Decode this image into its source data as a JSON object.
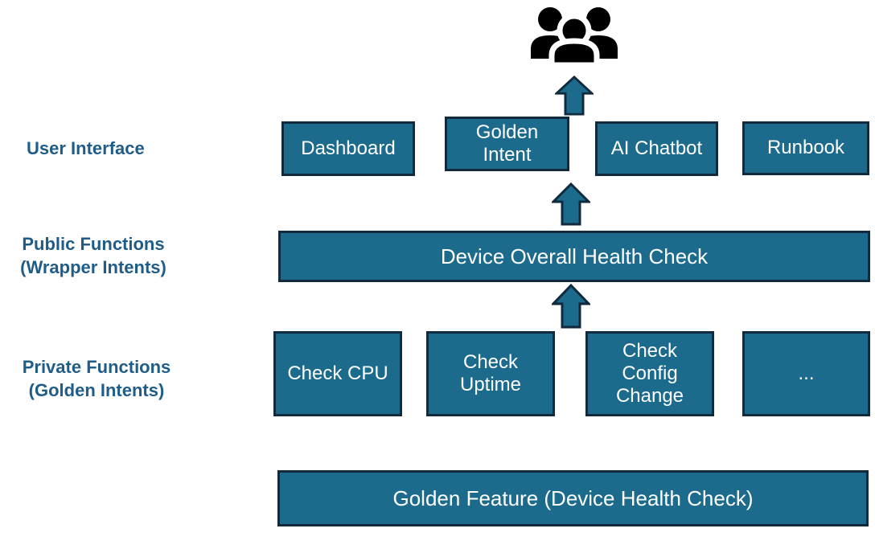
{
  "colors": {
    "box_fill": "#1C6B8D",
    "box_border": "#112A3E",
    "label_text": "#1F5C87",
    "box_text": "#FFFFFF",
    "icon_color": "#000000",
    "bg": "#FFFFFF"
  },
  "icons": {
    "users": "people-group-icon",
    "arrow": "up-arrow-icon"
  },
  "side_labels": {
    "user_interface": "User Interface",
    "public_functions": [
      "Public Functions",
      "(Wrapper Intents)"
    ],
    "private_functions": [
      "Private Functions",
      "(Golden Intents)"
    ]
  },
  "rows": {
    "user_interface": {
      "boxes": [
        {
          "label": "Dashboard"
        },
        {
          "label": "Golden Intent"
        },
        {
          "label": "AI Chatbot"
        },
        {
          "label": "Runbook"
        }
      ]
    },
    "public_functions": {
      "box": "Device Overall Health Check"
    },
    "private_functions": {
      "boxes": [
        {
          "label": "Check CPU"
        },
        {
          "label": "Check Uptime"
        },
        {
          "label": "Check Config Change"
        },
        {
          "label": "..."
        }
      ]
    },
    "golden_feature": {
      "box": "Golden Feature (Device Health Check)"
    }
  }
}
